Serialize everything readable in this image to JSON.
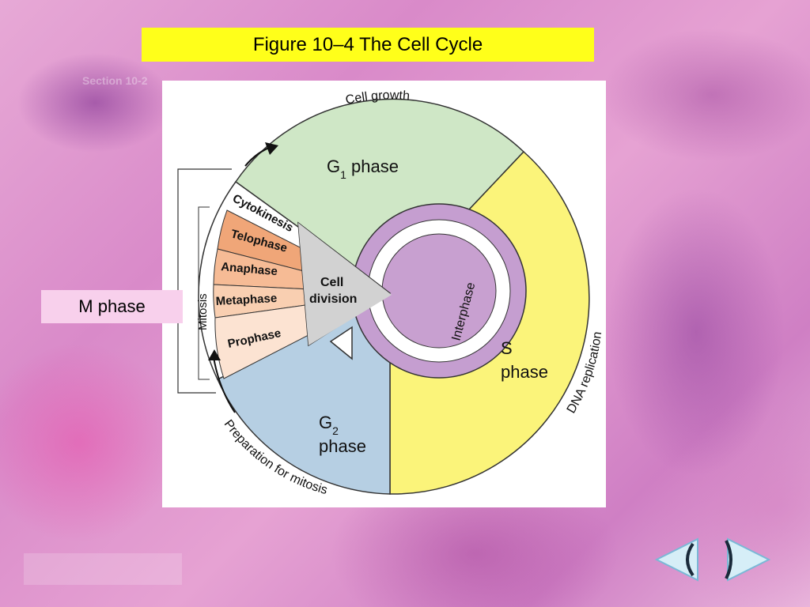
{
  "title": "Figure 10–4 The Cell Cycle",
  "section_label": "Section 10-2",
  "m_phase_label": "M phase",
  "diagram": {
    "cell_growth": "Cell growth",
    "g1_main": "G",
    "g1_sub": "1",
    "g1_suffix": " phase",
    "s_line1": "S",
    "s_line2": "phase",
    "g2_main": "G",
    "g2_sub": "2",
    "g2_line2": "phase",
    "dna_replication": "DNA replication",
    "preparation": "Preparation for mitosis",
    "interphase": "Interphase",
    "cell_division_line1": "Cell",
    "cell_division_line2": "division",
    "cytokinesis": "Cytokinesis",
    "mitosis": "Mitosis",
    "telophase": "Telophase",
    "anaphase": "Anaphase",
    "metaphase": "Metaphase",
    "prophase": "Prophase"
  },
  "colors": {
    "title_bg": "#ffff1a",
    "g1": "#cfe7c6",
    "s": "#fbf47a",
    "g2": "#b6cfe3",
    "interphase_ring": "#c59ed0",
    "core": "#c8a0d0",
    "cell_division": "#d2d2d2",
    "telophase": "#f0a678",
    "anaphase": "#f6bb95",
    "metaphase": "#f9cfb1",
    "prophase": "#fce3d2",
    "m_phase_box": "#f8d0ec"
  },
  "nav": {
    "prev_icon": "back-arrow-icon",
    "next_icon": "forward-arrow-icon"
  }
}
